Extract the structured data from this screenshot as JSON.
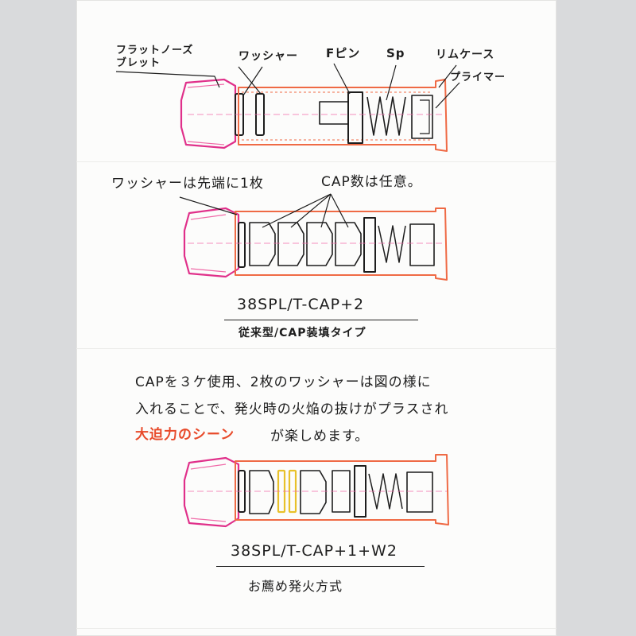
{
  "labels": {
    "bullet": "フラットノーズ\nブレット",
    "washer": "ワッシャー",
    "firing_pin": "Fピン",
    "spring": "Sp",
    "rim_case": "リムケース",
    "primer": "プライマー"
  },
  "section2": {
    "note_washer": "ワッシャーは先端に1枚",
    "note_cap": "CAP数は任意。",
    "model": "38SPL/T-CAP+2",
    "subtitle": "従来型/CAP装填タイプ"
  },
  "section3": {
    "line1": "CAPを３ケ使用、2枚のワッシャーは図の様に",
    "line2": "入れることで、発火時の火焔の抜けがプラスされ",
    "line3_red": "大迫力のシーン",
    "line3_rest": "が楽しめます。",
    "model": "38SPL/T-CAP+1+W2",
    "subtitle": "お薦め発火方式"
  },
  "colors": {
    "ink": "#1d1d1d",
    "magenta": "#e0308a",
    "pink": "#f06aa8",
    "orange": "#ef6a45",
    "yellow": "#e8c12a",
    "red_text": "#e84a2a",
    "paper": "#fcfcfb",
    "background": "#d9dadc"
  }
}
